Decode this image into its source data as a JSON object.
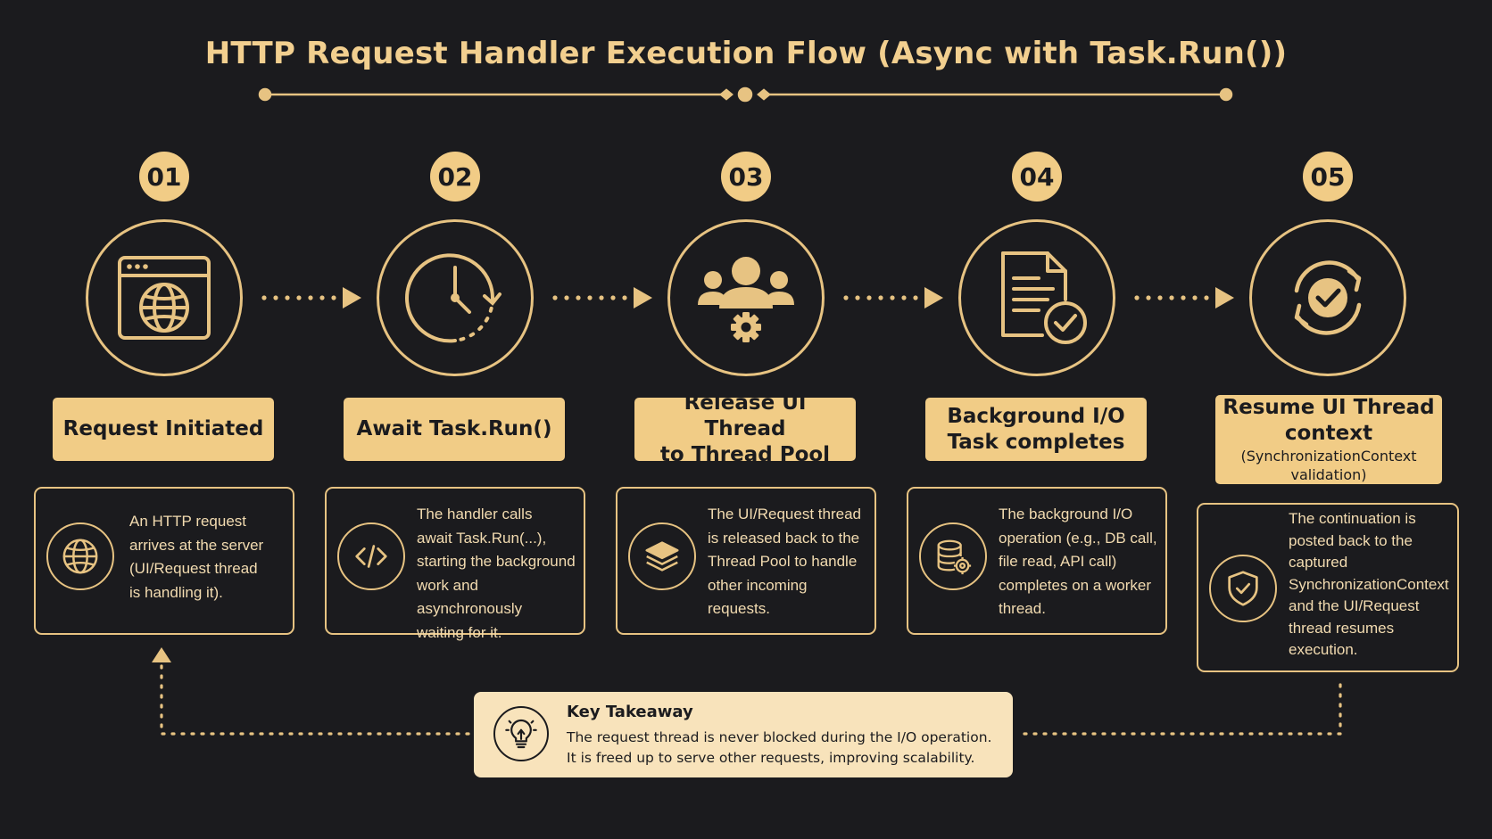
{
  "title": "HTTP Request Handler Execution Flow (Async with Task.Run())",
  "colors": {
    "background": "#1b1b1e",
    "accent": "#f1cc86",
    "takeaway_bg": "#f8e3bb"
  },
  "steps": [
    {
      "number": "01",
      "icon": "browser-globe-icon",
      "label": [
        "Request Initiated"
      ],
      "card_icon": "globe-icon",
      "description": [
        "An HTTP request",
        "arrives at the server",
        "(UI/Request thread",
        "is handling it)."
      ]
    },
    {
      "number": "02",
      "icon": "clock-refresh-icon",
      "label": [
        "Await Task.Run()"
      ],
      "card_icon": "code-icon",
      "description": [
        "The handler calls",
        "await Task.Run(...),",
        "starting the background",
        "work and asynchronously",
        "waiting for it."
      ]
    },
    {
      "number": "03",
      "icon": "people-gear-icon",
      "label": [
        "Release UI Thread",
        "to Thread Pool"
      ],
      "card_icon": "layers-icon",
      "description": [
        "The UI/Request thread",
        "is released back to the",
        "Thread Pool to handle",
        "other incoming",
        "requests."
      ]
    },
    {
      "number": "04",
      "icon": "document-check-icon",
      "label": [
        "Background I/O",
        "Task completes"
      ],
      "card_icon": "database-gear-icon",
      "description": [
        "The background I/O",
        "operation (e.g., DB call,",
        "file read, API call)",
        "completes on a worker",
        "thread."
      ]
    },
    {
      "number": "05",
      "icon": "sync-check-icon",
      "label": [
        "Resume UI Thread",
        "context"
      ],
      "label_sub": "(SynchronizationContext validation)",
      "card_icon": "shield-check-icon",
      "description": [
        "The continuation is",
        "posted back to the",
        "captured",
        "SynchronizationContext",
        "and the UI/Request",
        "thread resumes",
        "execution."
      ]
    }
  ],
  "takeaway": {
    "icon": "lightbulb-icon",
    "heading": "Key Takeaway",
    "line1": "The request thread is never blocked during the I/O operation.",
    "line2": "It is freed up to serve other requests, improving scalability."
  }
}
